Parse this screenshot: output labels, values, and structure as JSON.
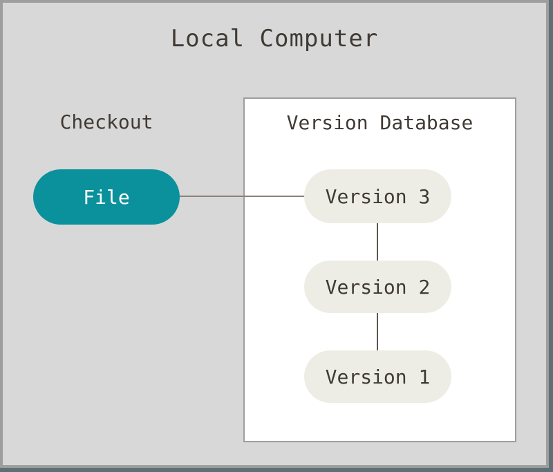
{
  "scene": {
    "title": "Local Computer",
    "checkout_label": "Checkout",
    "file_node_label": "File",
    "version_database": {
      "title": "Version Database",
      "versions": [
        "Version 3",
        "Version 2",
        "Version 1"
      ]
    },
    "colors": {
      "page_bg": "#5E7077",
      "panel_bg": "#D8D8D8",
      "panel_border": "#9E9E9E",
      "db_box_bg": "#FFFFFF",
      "db_box_border": "#9E9E9E",
      "file_pill_bg": "#0A919C",
      "file_pill_text": "#FFFFFF",
      "version_pill_bg": "#EEEDE5",
      "text_dark": "#403A34",
      "connector_h": "#8A8278",
      "connector_v": "#5B5650"
    }
  }
}
